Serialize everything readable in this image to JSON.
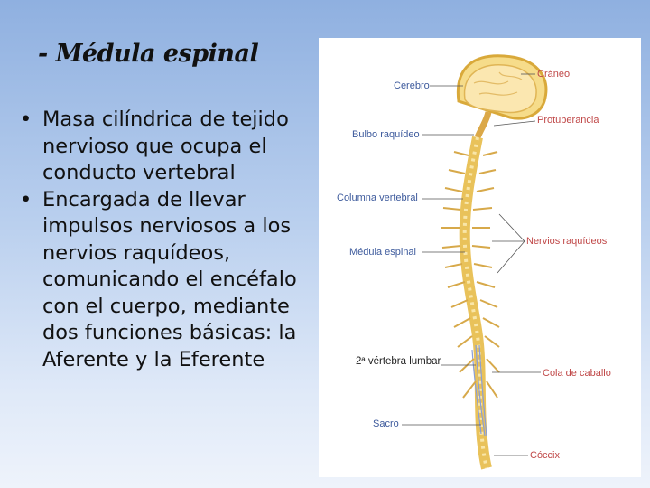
{
  "slide": {
    "title": "- Médula espinal",
    "bullets": [
      "Masa cilíndrica de tejido nervioso que ocupa el conducto vertebral",
      "Encargada de llevar impulsos nerviosos a los nervios raquídeos, comunicando el encéfalo con el cuerpo, mediante dos funciones básicas: la Aferente y la Eferente"
    ],
    "bullet_glyph": "•"
  },
  "figure": {
    "labels_left": {
      "cerebro": "Cerebro",
      "bulbo": "Bulbo raquídeo",
      "columna": "Columna vertebral",
      "medula": "Médula espinal",
      "vertebra": "2ª vértebra lumbar",
      "sacro": "Sacro"
    },
    "labels_right": {
      "craneo": "Cráneo",
      "protuberancia": "Protuberancia",
      "nervios": "Nervios raquídeos",
      "cola": "Cola de caballo",
      "coccix": "Cóccix"
    }
  },
  "colors": {
    "background_top": "#8fb0e0",
    "figure_bg": "#ffffff",
    "left_label": "#3d5a9c",
    "right_label": "#c04848",
    "spine_yellow": "#e9c25a"
  }
}
